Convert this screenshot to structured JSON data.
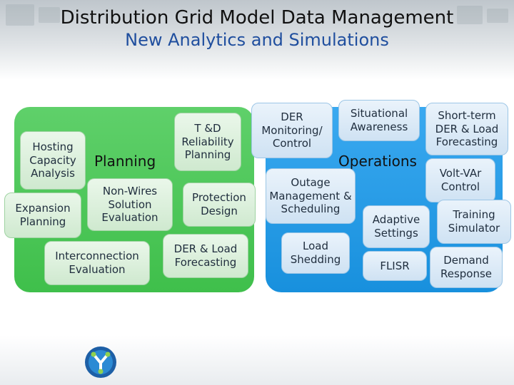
{
  "header": {
    "title": "Distribution Grid Model Data Management",
    "subtitle": "New Analytics and Simulations"
  },
  "planning": {
    "section_label": "Planning",
    "items": {
      "hosting": "Hosting Capacity Analysis",
      "td_reliability": "T &D Reliability Planning",
      "expansion": "Expansion Planning",
      "non_wires": "Non-Wires Solution Evaluation",
      "protection": "Protection Design",
      "interconnection": "Interconnection Evaluation",
      "der_load": "DER & Load Forecasting"
    }
  },
  "operations": {
    "section_label": "Operations",
    "items": {
      "der_monitoring": "DER Monitoring/ Control",
      "situational": "Situational Awareness",
      "short_term": "Short-term DER & Load Forecasting",
      "volt_var": "Volt-VAr Control",
      "outage": "Outage Management & Scheduling",
      "adaptive": "Adaptive Settings",
      "training": "Training Simulator",
      "load_shedding": "Load Shedding",
      "flisr": "FLISR",
      "demand": "Demand Response"
    }
  },
  "colors": {
    "planning_green": "#3fbf4b",
    "operations_blue": "#1890dd",
    "subtitle_blue": "#1f4e9e"
  }
}
